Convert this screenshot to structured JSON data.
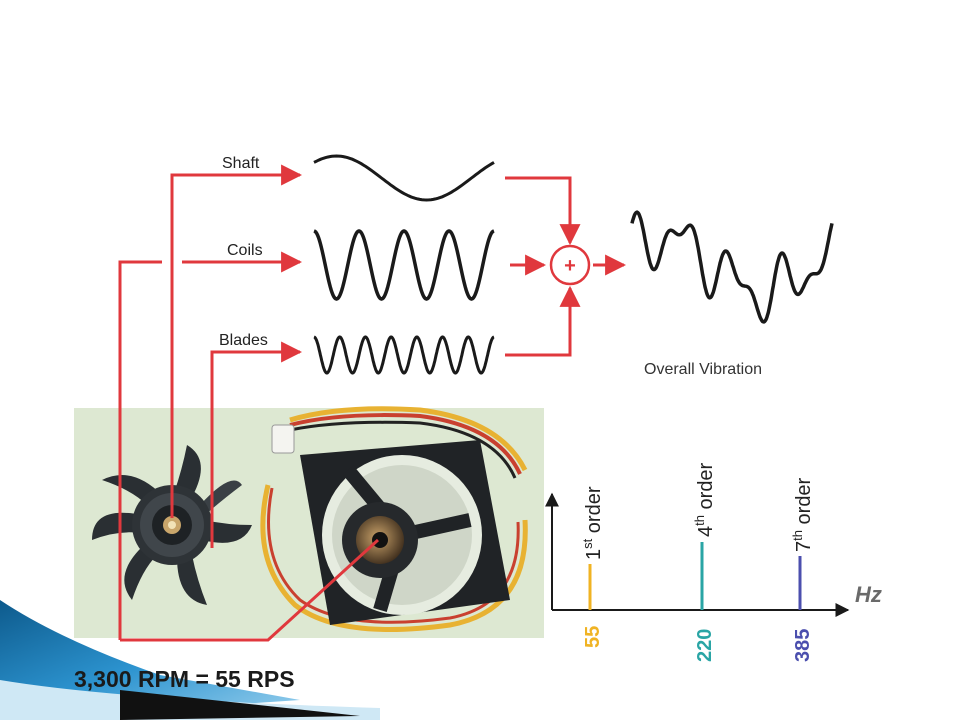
{
  "paths": {
    "shaft": "Shaft",
    "coils": "Coils",
    "blades": "Blades"
  },
  "sum_symbol": "+",
  "overall_label": "Overall Vibration",
  "rpm_caption": "3,300 RPM = 55 RPS",
  "spectrum": {
    "axis_unit": "Hz",
    "lines": [
      {
        "order_num": "1",
        "suffix": "st",
        "word": "order",
        "freq": "55",
        "color": "#f0b323"
      },
      {
        "order_num": "4",
        "suffix": "th",
        "word": "order",
        "freq": "220",
        "color": "#2aa5a5"
      },
      {
        "order_num": "7",
        "suffix": "th",
        "word": "order",
        "freq": "385",
        "color": "#4b4fae"
      }
    ]
  },
  "colors": {
    "arrow": "#e0383d",
    "wave": "#1a1a1a",
    "axis": "#1a1a1a",
    "photo_bg": "#d9e6cf",
    "slide_accent": "#1f7fb8"
  },
  "icons": {
    "rotor": "fan-rotor-icon",
    "housing": "fan-housing-icon",
    "sum": "summing-junction-icon"
  }
}
